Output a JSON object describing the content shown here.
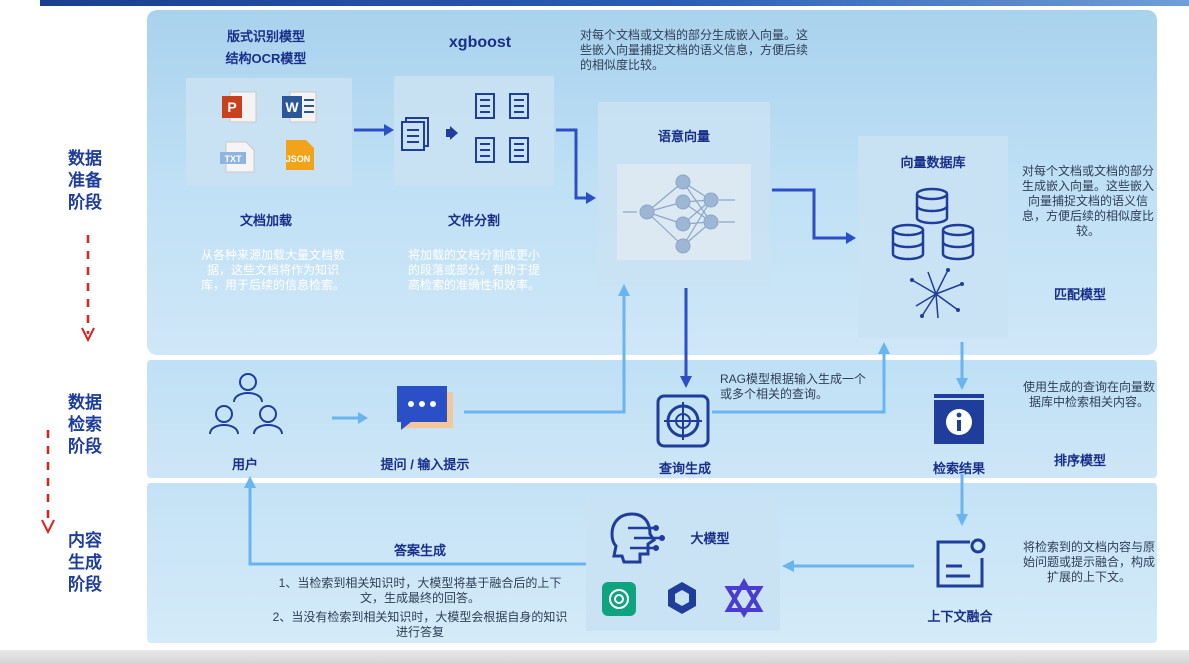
{
  "stages": {
    "prep": [
      "数据",
      "准备",
      "阶段"
    ],
    "retrieve": [
      "数据",
      "检索",
      "阶段"
    ],
    "generate": [
      "内容",
      "生成",
      "阶段"
    ]
  },
  "doc_loading": {
    "model_line1": "版式识别模型",
    "model_line2": "结构OCR模型",
    "file_icons": [
      "P",
      "W",
      "TXT",
      "JSON"
    ],
    "title": "文档加载",
    "desc": "从各种来源加载大量文档数据，这些文档将作为知识库，用于后续的信息检索。"
  },
  "file_split": {
    "model": "xgboost",
    "title": "文件分割",
    "desc": "将加载的文档分割成更小的段落或部分。有助于提高检索的准确性和效率。"
  },
  "semantic_vector": {
    "top_note": "对每个文档或文档的部分生成嵌入向量。这些嵌入向量捕捉文档的语义信息，方便后续的相似度比较。",
    "title": "语意向量"
  },
  "vector_db": {
    "title": "向量数据库",
    "side_note": "对每个文档或文档的部分生成嵌入向量。这些嵌入向量捕捉文档的语义信息，方便后续的相似度比较。",
    "model": "匹配模型"
  },
  "retrieval": {
    "user_label": "用户",
    "prompt_label": "提问 / 输入提示",
    "query_note": "RAG模型根据输入生成一个或多个相关的查询。",
    "query_label": "查询生成",
    "results_label": "检索结果",
    "results_note": "使用生成的查询在向量数据库中检索相关内容。",
    "rank_model": "排序模型"
  },
  "generation": {
    "answer_title": "答案生成",
    "answer_note_1": "1、当检索到相关知识时，大模型将基于融合后的上下文，生成最终的回答。",
    "answer_note_2": "2、当没有检索到相关知识时，大模型会根据自身的知识进行答复",
    "llm_label": "大模型",
    "fusion_label": "上下文融合",
    "fusion_note": "将检索到的文档内容与原始问题或提示融合，构成扩展的上下文。"
  },
  "colors": {
    "arrow_dark": "#2b4fc7",
    "arrow_light": "#6ab4ef",
    "stage_text": "#1f3d9a",
    "title_text": "#1a2f8a",
    "dashed_red": "#e02020"
  }
}
